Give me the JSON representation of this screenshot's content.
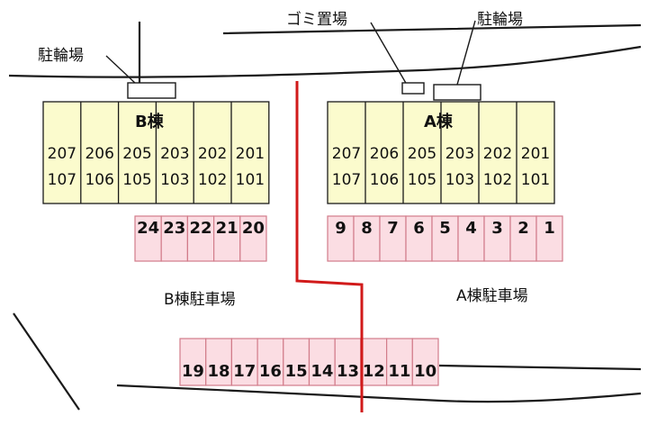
{
  "labels": {
    "bike_left": "駐輪場",
    "bike_right": "駐輪場",
    "garbage": "ゴミ置場",
    "building_b": "B棟",
    "building_a": "A棟",
    "parking_b": "B棟駐車場",
    "parking_a": "A棟駐車場"
  },
  "building_b_units": [
    {
      "upper": "207",
      "lower": "107"
    },
    {
      "upper": "206",
      "lower": "106"
    },
    {
      "upper": "205",
      "lower": "105"
    },
    {
      "upper": "203",
      "lower": "103"
    },
    {
      "upper": "202",
      "lower": "102"
    },
    {
      "upper": "201",
      "lower": "101"
    }
  ],
  "building_a_units": [
    {
      "upper": "207",
      "lower": "107"
    },
    {
      "upper": "206",
      "lower": "106"
    },
    {
      "upper": "205",
      "lower": "105"
    },
    {
      "upper": "203",
      "lower": "103"
    },
    {
      "upper": "202",
      "lower": "102"
    },
    {
      "upper": "201",
      "lower": "101"
    }
  ],
  "parking_b_top": [
    "24",
    "23",
    "22",
    "21",
    "20"
  ],
  "parking_a": [
    "9",
    "8",
    "7",
    "6",
    "5",
    "4",
    "3",
    "2",
    "1"
  ],
  "parking_bottom": [
    "19",
    "18",
    "17",
    "16",
    "15",
    "14",
    "13",
    "12",
    "11",
    "10"
  ],
  "colors": {
    "building_fill": "#fbfbcd",
    "parking_fill": "#fbdde3",
    "parking_stroke": "#d27c8a",
    "path_red": "#d11a1a",
    "line": "#1a1a1a"
  }
}
